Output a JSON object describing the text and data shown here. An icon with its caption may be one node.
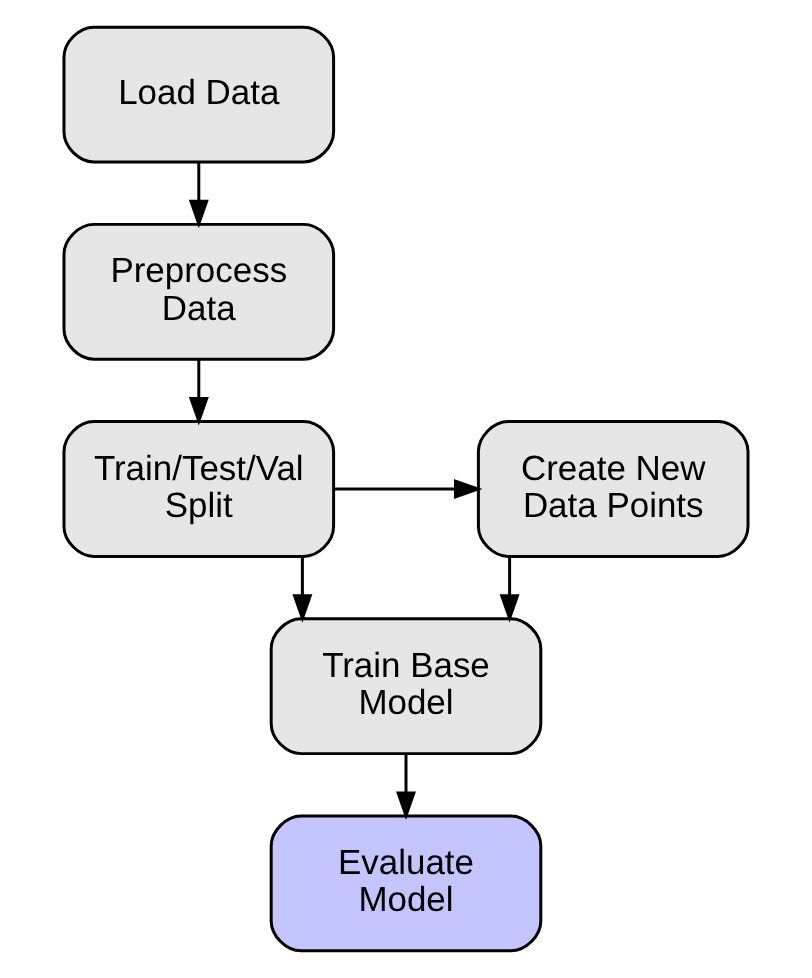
{
  "diagram": {
    "nodes": [
      {
        "text": [
          "Load Data"
        ]
      },
      {
        "text": [
          "Preprocess Data"
        ]
      },
      {
        "text": [
          "Train/Test/Val Split"
        ]
      },
      {
        "text": [
          "Create New Data Points"
        ]
      },
      {
        "text": [
          "Train Base Model"
        ]
      },
      {
        "text": [
          "Evaluate Model"
        ]
      }
    ],
    "edges": [
      {
        "from": 0,
        "to": 1,
        "arrow": "to"
      },
      {
        "from": 1,
        "to": 2,
        "arrow": "to"
      },
      {
        "from": 2,
        "to": 3,
        "arrow": "to"
      },
      {
        "from": 2,
        "to": 4,
        "arrow": "to"
      },
      {
        "from": 3,
        "to": 4,
        "arrow": "to"
      },
      {
        "from": 4,
        "to": 5,
        "arrow": "to"
      }
    ]
  }
}
